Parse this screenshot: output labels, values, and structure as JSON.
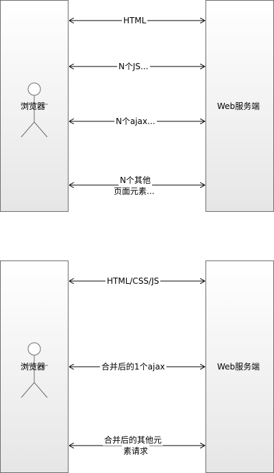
{
  "top": {
    "browser_label": "浏览器",
    "server_label": "Web服务端",
    "arrows": [
      {
        "label": "HTML"
      },
      {
        "label": "N个JS..."
      },
      {
        "label": "N个ajax..."
      },
      {
        "label_line1": "N个其他",
        "label_line2": "页面元素..."
      }
    ]
  },
  "bottom": {
    "browser_label": "浏览器",
    "server_label": "Web服务端",
    "arrows": [
      {
        "label": "HTML/CSS/JS"
      },
      {
        "label": "合并后的1个ajax"
      },
      {
        "label_line1": "合并后的其他元",
        "label_line2": "素请求"
      }
    ]
  }
}
